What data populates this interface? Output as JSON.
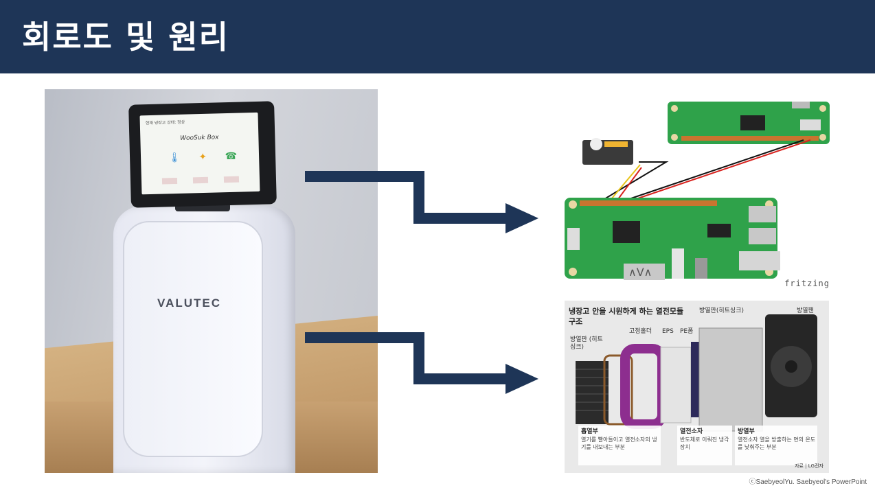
{
  "slide": {
    "title": "회로도 및 원리",
    "footer": "ⓒSaebyeolYu. Saebyeol's PowerPoint"
  },
  "photo": {
    "brand": "VALUTEC",
    "screen": {
      "top_text": "현재 냉장고 상태: 정상",
      "title": "WooSuk Box",
      "buttons": [
        "",
        "",
        ""
      ]
    }
  },
  "circuit": {
    "watermark": "fritzing"
  },
  "module": {
    "title": "냉장고 안을 시원하게 하는 열전모듈 구조",
    "labels": {
      "heatsink_left": "방열판 (히트싱크)",
      "holder": "고정홀더",
      "eps": "EPS",
      "pe": "PE폼",
      "heatsink_top": "방열판(히트싱크)",
      "fan": "방열팬"
    },
    "parts": [
      {
        "head": "흡열부",
        "body": "열기를 빨아들이고 열전소자의 냉기를 내보내는 부분"
      },
      {
        "head": "열전소자",
        "body": "반도체로 이뤄진 냉각장치"
      },
      {
        "head": "방열부",
        "body": "열전소자 열을 방출하는 면의 온도를 낮춰주는 부분"
      }
    ],
    "source": "자료 | LG전자"
  },
  "colors": {
    "header_bg": "#1e3557",
    "arrow": "#1e3557"
  }
}
